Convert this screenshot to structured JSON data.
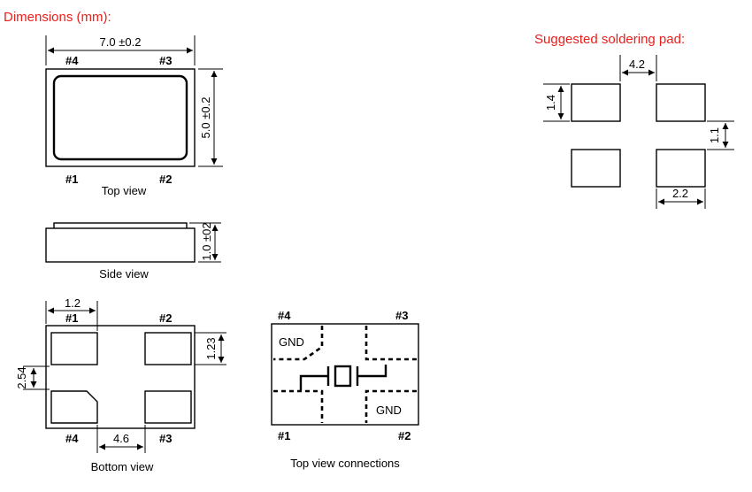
{
  "headings": {
    "dimensions": "Dimensions (mm):",
    "soldering_pad": "Suggested soldering pad:"
  },
  "top_view": {
    "caption": "Top view",
    "width_dim": "7.0 ±0.2",
    "height_dim": "5.0 ±0.2",
    "pins": {
      "p1": "#1",
      "p2": "#2",
      "p3": "#3",
      "p4": "#4"
    }
  },
  "side_view": {
    "caption": "Side view",
    "height_dim": "1.0 ±02"
  },
  "bottom_view": {
    "caption": "Bottom view",
    "pad_width_dim": "1.2",
    "pad_height_dim": "1.23",
    "pad_gap_vertical_dim": "2.54",
    "pad_spacing_dim": "4.6",
    "pins": {
      "p1": "#1",
      "p2": "#2",
      "p3": "#3",
      "p4": "#4"
    }
  },
  "connections_view": {
    "caption": "Top view connections",
    "gnd_top_left": "GND",
    "gnd_bottom_right": "GND",
    "pins": {
      "p1": "#1",
      "p2": "#2",
      "p3": "#3",
      "p4": "#4"
    }
  },
  "soldering_pad": {
    "pad_gap_horizontal_dim": "4.2",
    "pad_height_dim": "1.4",
    "pad_gap_vertical_dim": "1.1",
    "pad_width_dim": "2.2"
  }
}
